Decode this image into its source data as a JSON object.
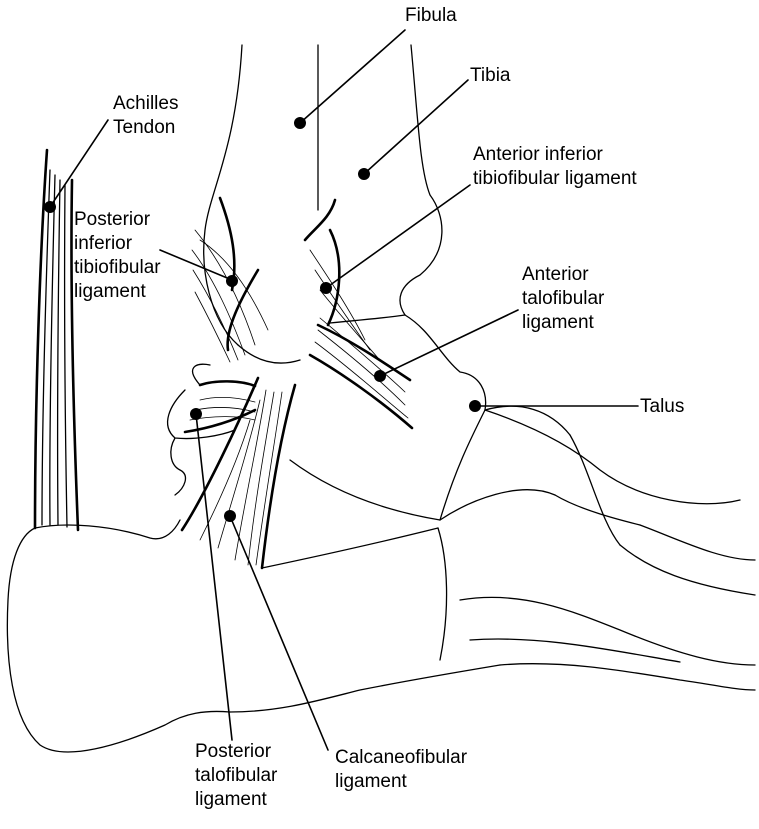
{
  "labels": {
    "fibula": [
      "Fibula"
    ],
    "tibia": [
      "Tibia"
    ],
    "achilles": [
      "Achilles",
      "Tendon"
    ],
    "aitl": [
      "Anterior inferior",
      "tibiofibular ligament"
    ],
    "pitl": [
      "Posterior",
      "inferior",
      "tibiofibular",
      "ligament"
    ],
    "atfl": [
      "Anterior",
      "talofibular",
      "ligament"
    ],
    "talus": [
      "Talus"
    ],
    "ptfl": [
      "Posterior",
      "talofibular",
      "ligament"
    ],
    "cfl": [
      "Calcaneofibular",
      "ligament"
    ]
  },
  "colors": {
    "ink": "#000000",
    "paper": "#ffffff"
  }
}
